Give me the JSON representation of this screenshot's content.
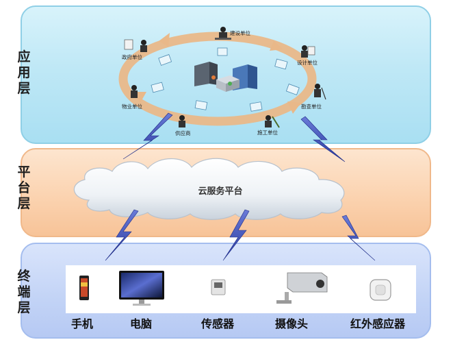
{
  "layers": {
    "application": {
      "label_chars": [
        "应",
        "用",
        "层"
      ]
    },
    "platform": {
      "label_chars": [
        "平",
        "台",
        "层"
      ],
      "cloud_label": "云服务平台"
    },
    "terminal": {
      "label_chars": [
        "终",
        "端",
        "层"
      ]
    }
  },
  "units": [
    {
      "label": "建设单位",
      "icon": "person-at-desk-icon"
    },
    {
      "label": "设计单位",
      "icon": "drafter-icon"
    },
    {
      "label": "勘查单位",
      "icon": "surveyor-icon"
    },
    {
      "label": "施工单位",
      "icon": "construction-worker-icon"
    },
    {
      "label": "供应商",
      "icon": "supplier-icon"
    },
    {
      "label": "物业单位",
      "icon": "property-manager-icon"
    },
    {
      "label": "政府单位",
      "icon": "government-official-icon"
    }
  ],
  "devices": [
    {
      "label": "手机",
      "icon": "smartphone-icon"
    },
    {
      "label": "电脑",
      "icon": "monitor-icon"
    },
    {
      "label": "传感器",
      "icon": "sensor-icon"
    },
    {
      "label": "摄像头",
      "icon": "camera-icon"
    },
    {
      "label": "红外感应器",
      "icon": "infrared-sensor-icon"
    }
  ],
  "colors": {
    "application_layer": "#bfe8f6",
    "platform_layer": "#fbd3b0",
    "terminal_layer": "#c2d3f6",
    "cycle_arrow": "#e9b889",
    "lightning": "#3b4fb8"
  }
}
